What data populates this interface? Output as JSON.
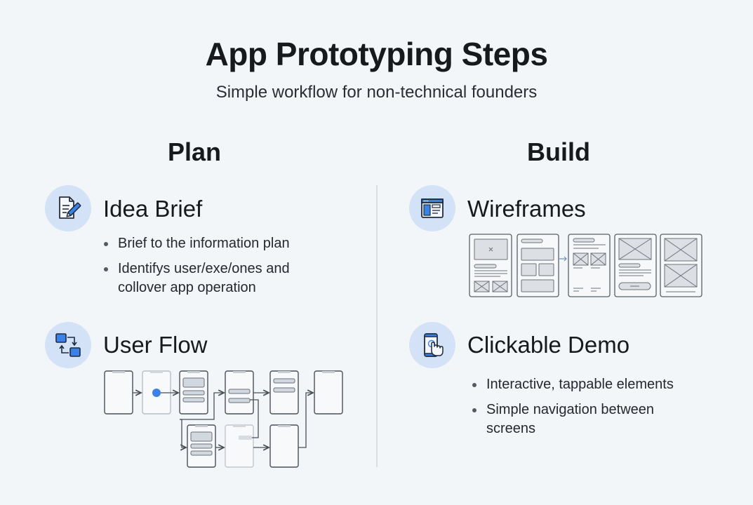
{
  "header": {
    "title": "App Prototyping Steps",
    "subtitle": "Simple workflow for non-technical founders"
  },
  "columns": {
    "plan": {
      "heading": "Plan"
    },
    "build": {
      "heading": "Build"
    }
  },
  "steps": {
    "idea_brief": {
      "title": "Idea Brief",
      "icon": "document-pencil-icon",
      "bullets": [
        "Brief to the information plan",
        "Identifys user/exe/ones and collover app operation"
      ]
    },
    "user_flow": {
      "title": "User Flow",
      "icon": "flow-arrows-icon",
      "diagram": "user-flow-screens"
    },
    "wireframes": {
      "title": "Wireframes",
      "icon": "browser-layout-icon",
      "diagram": "wireframe-sketches"
    },
    "clickable_demo": {
      "title": "Clickable Demo",
      "icon": "phone-tap-icon",
      "bullets": [
        "Interactive, tappable elements",
        "Simple navigation between screens"
      ]
    }
  },
  "colors": {
    "background": "#f2f6f9",
    "accent": "#3b82e6",
    "icon_circle": "#d3e2f6",
    "divider": "#d9dee3"
  }
}
